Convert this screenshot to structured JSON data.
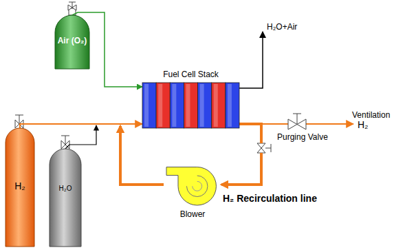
{
  "diagram": {
    "nodes": [
      {
        "text": [
          "Air (O₂)"
        ]
      },
      {
        "text": [
          "Fuel Cell Stack"
        ]
      },
      {
        "text": [
          "Purging Valve"
        ]
      },
      {
        "text": [
          "H₂"
        ]
      },
      {
        "text": [
          "H₂O"
        ]
      },
      {
        "text": [
          "Blower"
        ]
      }
    ],
    "edges": [
      {
        "from": 0,
        "to": 1,
        "arrow": "to"
      },
      {
        "from": 3,
        "to": 1,
        "arrow": "to"
      },
      {
        "from": 4,
        "to": 1,
        "arrow": "to"
      },
      {
        "from": 1,
        "to": 2,
        "arrow": "none"
      },
      {
        "from": 1,
        "to": 5,
        "label": "H₂ Recirculation line",
        "arrow": "to"
      },
      {
        "from": 5,
        "to": 1,
        "arrow": "to"
      }
    ],
    "labels": [
      "H₂O+Air",
      "Ventilation",
      "H₂"
    ]
  }
}
